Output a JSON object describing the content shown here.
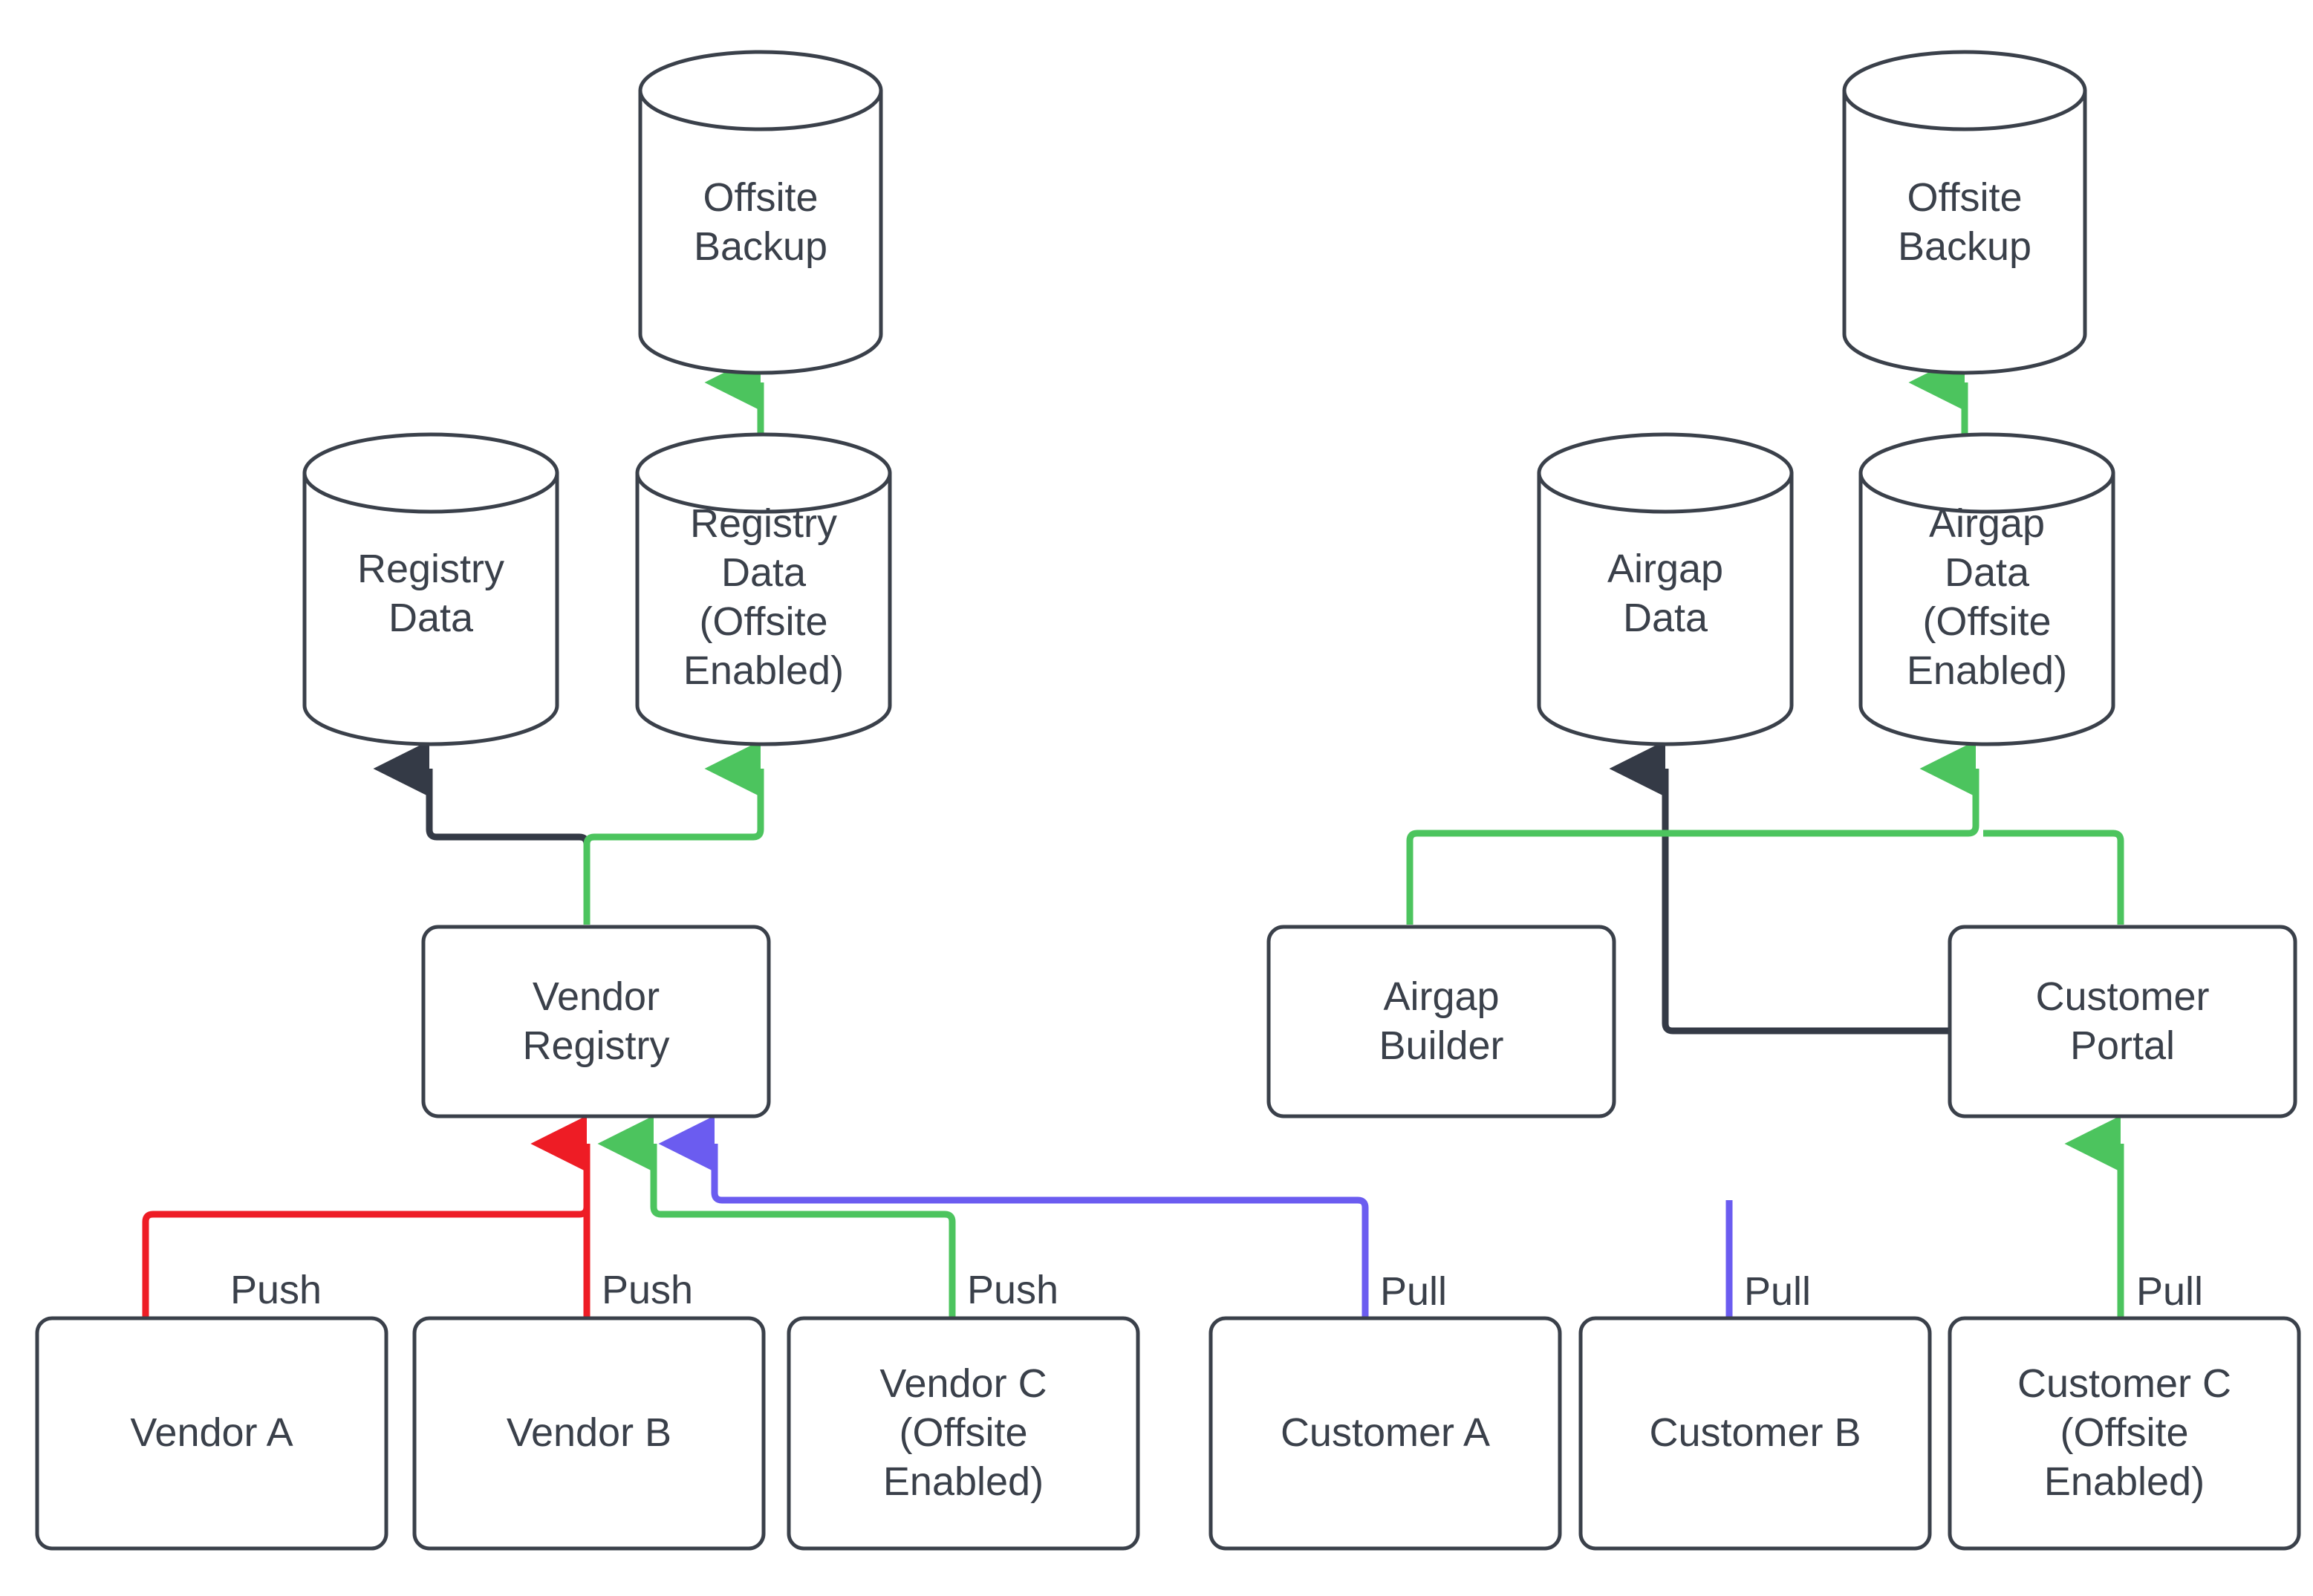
{
  "diagram": {
    "title": "Vendor Registry and Customer Portal offsite backup flow",
    "background": "#ffffff",
    "colors": {
      "stroke_dark": "#3a404a",
      "text": "#3a404a",
      "edge_dark": "#343a46",
      "edge_green": "#4cc45e",
      "edge_red": "#ee1c25",
      "edge_blue": "#6b5cf0",
      "node_fill": "#ffffff"
    },
    "nodes": [
      {
        "id": "offsite-backup-left",
        "shape": "cylinder",
        "label": "Offsite\nBackup"
      },
      {
        "id": "registry-data",
        "shape": "cylinder",
        "label": "Registry\nData"
      },
      {
        "id": "registry-data-offsite",
        "shape": "cylinder",
        "label": "Registry\nData\n(Offsite\nEnabled)"
      },
      {
        "id": "vendor-registry",
        "shape": "box",
        "label": "Vendor\nRegistry"
      },
      {
        "id": "vendor-a",
        "shape": "box",
        "label": "Vendor A"
      },
      {
        "id": "vendor-b",
        "shape": "box",
        "label": "Vendor B"
      },
      {
        "id": "vendor-c",
        "shape": "box",
        "label": "Vendor C\n(Offsite\nEnabled)"
      },
      {
        "id": "offsite-backup-right",
        "shape": "cylinder",
        "label": "Offsite\nBackup"
      },
      {
        "id": "airgap-data",
        "shape": "cylinder",
        "label": "Airgap\nData"
      },
      {
        "id": "airgap-data-offsite",
        "shape": "cylinder",
        "label": "Airgap\nData\n(Offsite\nEnabled)"
      },
      {
        "id": "airgap-builder",
        "shape": "box",
        "label": "Airgap\nBuilder"
      },
      {
        "id": "customer-portal",
        "shape": "box",
        "label": "Customer\nPortal"
      },
      {
        "id": "customer-a",
        "shape": "box",
        "label": "Customer A"
      },
      {
        "id": "customer-b",
        "shape": "box",
        "label": "Customer B"
      },
      {
        "id": "customer-c",
        "shape": "box",
        "label": "Customer C\n(Offsite\nEnabled)"
      }
    ],
    "edges": [
      {
        "id": "e-vendora-registry",
        "from": "vendor-a",
        "to": "vendor-registry",
        "label": "Push",
        "color": "#ee1c25"
      },
      {
        "id": "e-vendorb-registry",
        "from": "vendor-b",
        "to": "vendor-registry",
        "label": "Push",
        "color": "#ee1c25"
      },
      {
        "id": "e-vendorc-registry",
        "from": "vendor-c",
        "to": "vendor-registry",
        "label": "Push",
        "color": "#4cc45e"
      },
      {
        "id": "e-registry-data",
        "from": "vendor-registry",
        "to": "registry-data",
        "label": "",
        "color": "#343a46"
      },
      {
        "id": "e-registry-data-offsite",
        "from": "vendor-registry",
        "to": "registry-data-offsite",
        "label": "",
        "color": "#4cc45e"
      },
      {
        "id": "e-offsite-backup-left",
        "from": "registry-data-offsite",
        "to": "offsite-backup-left",
        "label": "",
        "color": "#4cc45e"
      },
      {
        "id": "e-customera-portal",
        "from": "customer-a",
        "to": "vendor-registry",
        "label": "Pull",
        "color": "#6b5cf0"
      },
      {
        "id": "e-customerb-portal",
        "from": "customer-b",
        "to": "vendor-registry",
        "label": "Pull",
        "color": "#6b5cf0"
      },
      {
        "id": "e-customerc-portal",
        "from": "customer-c",
        "to": "customer-portal",
        "label": "Pull",
        "color": "#4cc45e"
      },
      {
        "id": "e-portal-airgap-data",
        "from": "customer-portal",
        "to": "airgap-data",
        "label": "",
        "color": "#343a46"
      },
      {
        "id": "e-builder-airgap-offsite",
        "from": "airgap-builder",
        "to": "airgap-data-offsite",
        "label": "",
        "color": "#4cc45e"
      },
      {
        "id": "e-offsite-backup-right",
        "from": "airgap-data-offsite",
        "to": "offsite-backup-right",
        "label": "",
        "color": "#4cc45e"
      }
    ],
    "edge_labels": {
      "push_vendor_a": "Push",
      "push_vendor_b": "Push",
      "push_vendor_c": "Push",
      "pull_customer_a": "Pull",
      "pull_customer_b": "Pull",
      "pull_customer_c": "Pull"
    },
    "node_labels": {
      "offsite_backup_left": "Offsite\nBackup",
      "registry_data": "Registry\nData",
      "registry_data_offsite": "Registry\nData\n(Offsite\nEnabled)",
      "vendor_registry": "Vendor\nRegistry",
      "vendor_a": "Vendor A",
      "vendor_b": "Vendor B",
      "vendor_c": "Vendor C\n(Offsite\nEnabled)",
      "offsite_backup_right": "Offsite\nBackup",
      "airgap_data": "Airgap\nData",
      "airgap_data_offsite": "Airgap\nData\n(Offsite\nEnabled)",
      "airgap_builder": "Airgap\nBuilder",
      "customer_portal": "Customer\nPortal",
      "customer_a": "Customer A",
      "customer_b": "Customer B",
      "customer_c": "Customer C\n(Offsite\nEnabled)"
    }
  }
}
